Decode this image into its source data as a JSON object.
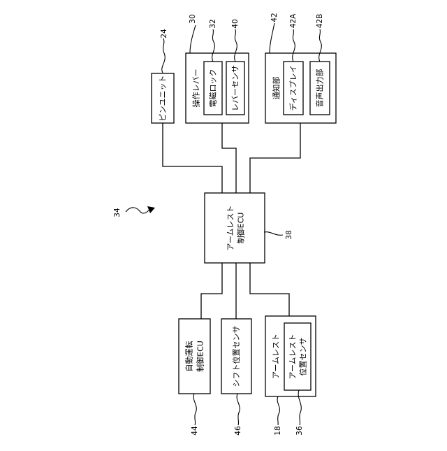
{
  "blocks": {
    "pin_unit": "ピンユニット",
    "lever": "操作レバー",
    "lock": "電磁ロック",
    "lever_sensor": "レバーセンサ",
    "notify": "通知部",
    "display": "ディスプレイ",
    "audio": "音声出力部",
    "ecu_line1": "アームレスト",
    "ecu_line2": "制御ECU",
    "auto_line1": "自動運転",
    "auto_line2": "制御ECU",
    "shift": "シフト位置センサ",
    "armrest": "アームレスト",
    "armrest_pos_line1": "アームレスト",
    "armrest_pos_line2": "位置センサ"
  },
  "refs": {
    "pin_unit": "24",
    "lever": "30",
    "lock": "32",
    "lever_sensor": "40",
    "notify": "42",
    "display": "42A",
    "audio": "42B",
    "system": "34",
    "ecu": "38",
    "auto": "44",
    "shift": "46",
    "armrest": "18",
    "armrest_pos": "36"
  }
}
